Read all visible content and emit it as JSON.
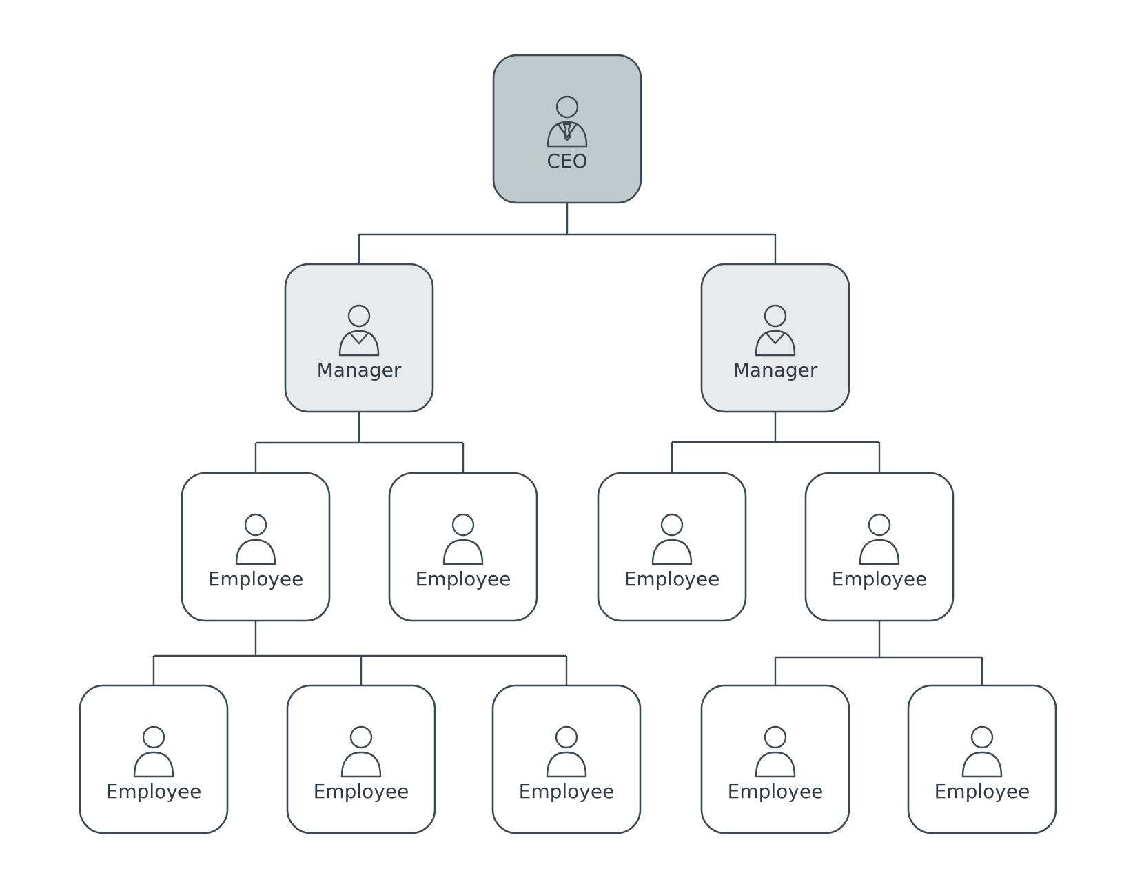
{
  "colors": {
    "stroke": "#3d4850",
    "text": "#2f3a42",
    "ceo_fill": "#bfcacd",
    "manager_fill": "#e9eaeb",
    "employee_fill": "#ffffff",
    "background": "#ffffff"
  },
  "org_chart": {
    "nodes": [
      {
        "id": "ceo",
        "label": "CEO",
        "role": "ceo",
        "icon": "person-with-tie-icon",
        "parent": null
      },
      {
        "id": "manager-1",
        "label": "Manager",
        "role": "manager",
        "icon": "person-collar-icon",
        "parent": "ceo"
      },
      {
        "id": "manager-2",
        "label": "Manager",
        "role": "manager",
        "icon": "person-collar-icon",
        "parent": "ceo"
      },
      {
        "id": "employee-1",
        "label": "Employee",
        "role": "employee",
        "icon": "person-icon",
        "parent": "manager-1"
      },
      {
        "id": "employee-2",
        "label": "Employee",
        "role": "employee",
        "icon": "person-icon",
        "parent": "manager-1"
      },
      {
        "id": "employee-3",
        "label": "Employee",
        "role": "employee",
        "icon": "person-icon",
        "parent": "manager-2"
      },
      {
        "id": "employee-4",
        "label": "Employee",
        "role": "employee",
        "icon": "person-icon",
        "parent": "manager-2"
      },
      {
        "id": "employee-5",
        "label": "Employee",
        "role": "employee",
        "icon": "person-icon",
        "parent": "employee-1"
      },
      {
        "id": "employee-6",
        "label": "Employee",
        "role": "employee",
        "icon": "person-icon",
        "parent": "employee-1"
      },
      {
        "id": "employee-7",
        "label": "Employee",
        "role": "employee",
        "icon": "person-icon",
        "parent": "employee-1"
      },
      {
        "id": "employee-8",
        "label": "Employee",
        "role": "employee",
        "icon": "person-icon",
        "parent": "employee-4"
      },
      {
        "id": "employee-9",
        "label": "Employee",
        "role": "employee",
        "icon": "person-icon",
        "parent": "employee-4"
      }
    ]
  }
}
